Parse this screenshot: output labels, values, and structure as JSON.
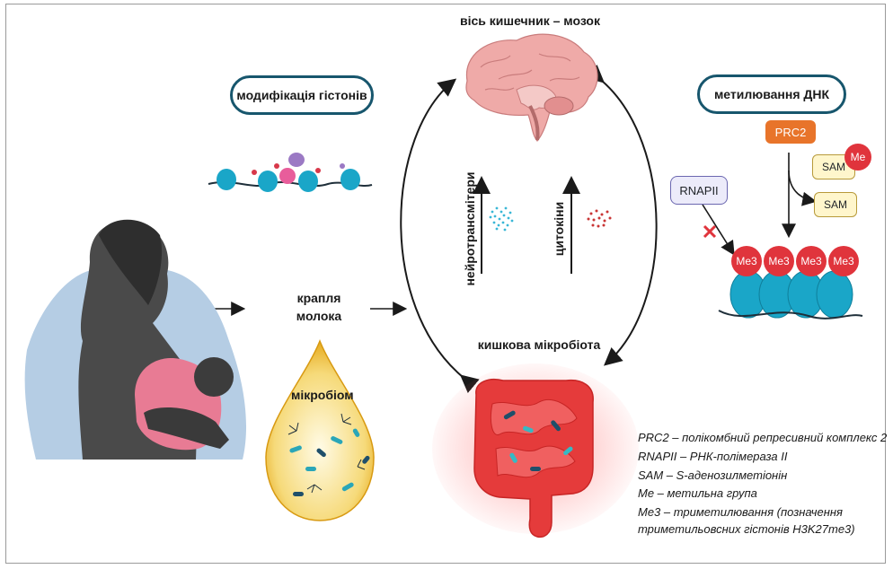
{
  "labels": {
    "gut_brain_axis": "вісь кишечник – мозок",
    "histone_modification": "модифікація гістонів",
    "dna_methylation": "метилювання ДНК",
    "neurotransmitters": "нейротрансмітери",
    "cytokines": "цитокіни",
    "milk_drop": "крапля\nмолока",
    "microbiome": "мікробіом",
    "gut_microbiota": "кишкова мікробіота"
  },
  "methylation": {
    "prc2": "PRC2",
    "sam_me": "SAM",
    "me_badge": "Me",
    "sam": "SAM",
    "rnapii": "RNAPII",
    "me3_marks": [
      "Me3",
      "Me3",
      "Me3",
      "Me3"
    ]
  },
  "legend": [
    "PRC2 – полікомбний репресивний комплекс 2",
    "RNAPII – РНК-полімераза II",
    "SAM – S-аденозилметіонін",
    "Me – метильна група",
    "Me3 – триметилювання (позначення",
    "триметильовсних гістонів H3K27me3)"
  ],
  "colors": {
    "pill_border": "#17566d",
    "nucleosome": "#1aa6c8",
    "me3_red": "#e0343c",
    "prc2_orange": "#e8742a",
    "sam_fill": "#fff6cc",
    "rnapii_fill": "#ecebfa",
    "gut_red": "#e53b3b",
    "brain_pink": "#efaaa8",
    "milk_gold": "#f1c24a"
  }
}
